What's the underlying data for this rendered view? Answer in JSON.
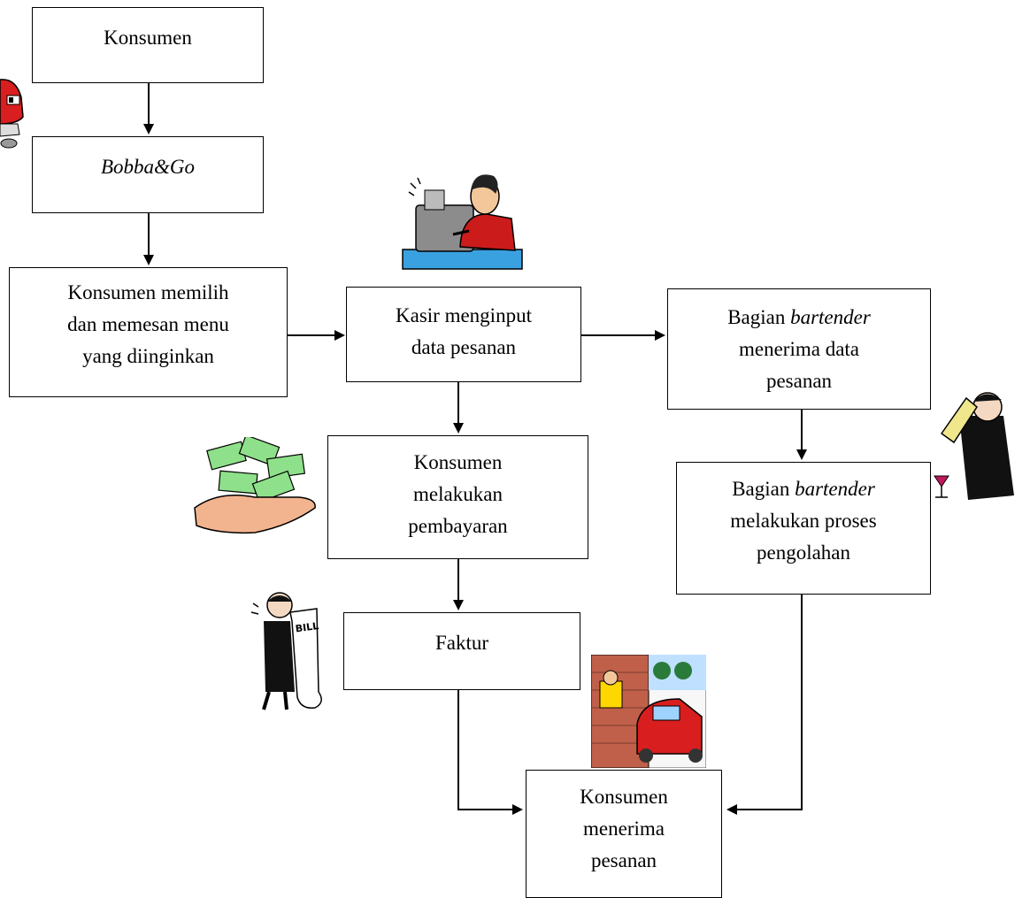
{
  "nodes": {
    "konsumen": {
      "line1": "Konsumen"
    },
    "bobba": {
      "line1": "Bobba&Go"
    },
    "memilih": {
      "line1": "Konsumen memilih",
      "line2": "dan memesan menu",
      "line3": "yang diinginkan"
    },
    "kasir": {
      "line1": "Kasir menginput",
      "line2": "data pesanan"
    },
    "bartender_terima": {
      "line1_a": "Bagian ",
      "line1_b": "bartender",
      "line2": "menerima data",
      "line3": "pesanan"
    },
    "pembayaran": {
      "line1": "Konsumen",
      "line2": "melakukan",
      "line3": "pembayaran"
    },
    "bartender_proses": {
      "line1_a": "Bagian ",
      "line1_b": "bartender",
      "line2": "melakukan proses",
      "line3": "pengolahan"
    },
    "faktur": {
      "line1": "Faktur"
    },
    "menerima": {
      "line1": "Konsumen",
      "line2": "menerima",
      "line3": "pesanan"
    }
  },
  "illustrations": {
    "car": "red-car-icon",
    "cashier": "cashier-register-icon",
    "money": "money-hand-icon",
    "bill": "man-with-bill-icon",
    "drive_thru": "drive-thru-window-icon",
    "bartender": "bartender-shaker-icon"
  }
}
